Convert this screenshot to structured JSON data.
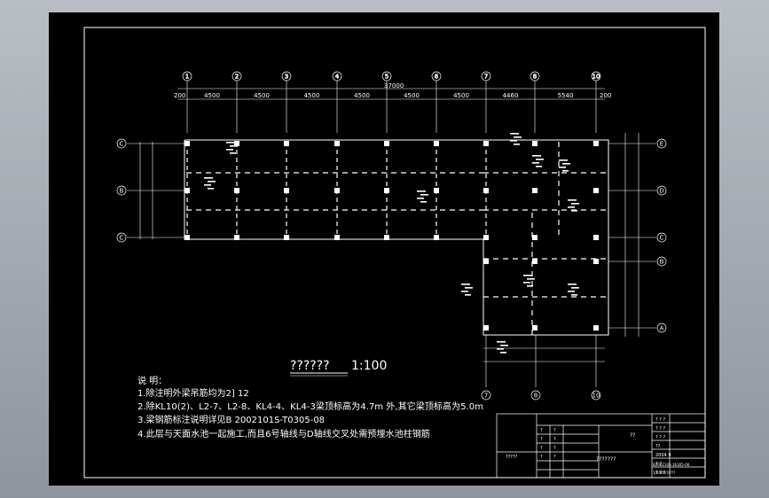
{
  "colors": {
    "background": "#000000",
    "frame": "#ffffff",
    "axis_lines": "#ffffff",
    "dashed_beams": "#ffffff"
  },
  "grid": {
    "top_axes": [
      "1",
      "2",
      "3",
      "4",
      "5",
      "6",
      "7",
      "8",
      "10"
    ],
    "top_spacing": [
      "4500",
      "4500",
      "4500",
      "4500",
      "4500",
      "4500",
      "4460",
      "5540"
    ],
    "top_edge_offsets": [
      "200",
      "200"
    ],
    "top_total": "37000",
    "left_axes": [
      "C",
      "B",
      "C"
    ],
    "right_axes": [
      "E",
      "D",
      "C",
      "B",
      "A"
    ],
    "bottom_axes": [
      "7",
      "8",
      "10"
    ]
  },
  "plan": {
    "title": "??????",
    "scale": "1:100"
  },
  "notes": {
    "heading": "说 明：",
    "items": [
      "1.除注明外梁吊筋均为2] 12",
      "2.除KL10(2)、L2-7、L2-8、KL4-4、KL4-3梁顶标高为4.7m 外,其它梁顶标高为5.0m",
      "3.梁钢筋标注说明详见B 2002101S-T0305-08",
      "4.此层与天面水池一起施工,而且6号轴线与D轴线交叉处需预埋水池柱钢筋"
    ]
  },
  "title_block": {
    "side_label": "?????",
    "center_label": "??",
    "drawing_name": "???????",
    "right_rows": [
      "? ? ?",
      "? ? ?",
      "? ? ?",
      "??",
      "2004  9",
      "? ?",
      "? ? ?"
    ],
    "codes": [
      "B2002105-16305-06",
      "1/2005/?/???"
    ],
    "small_marks": [
      "?",
      "?",
      "?",
      "?",
      "?",
      "?",
      "?",
      "?"
    ]
  }
}
